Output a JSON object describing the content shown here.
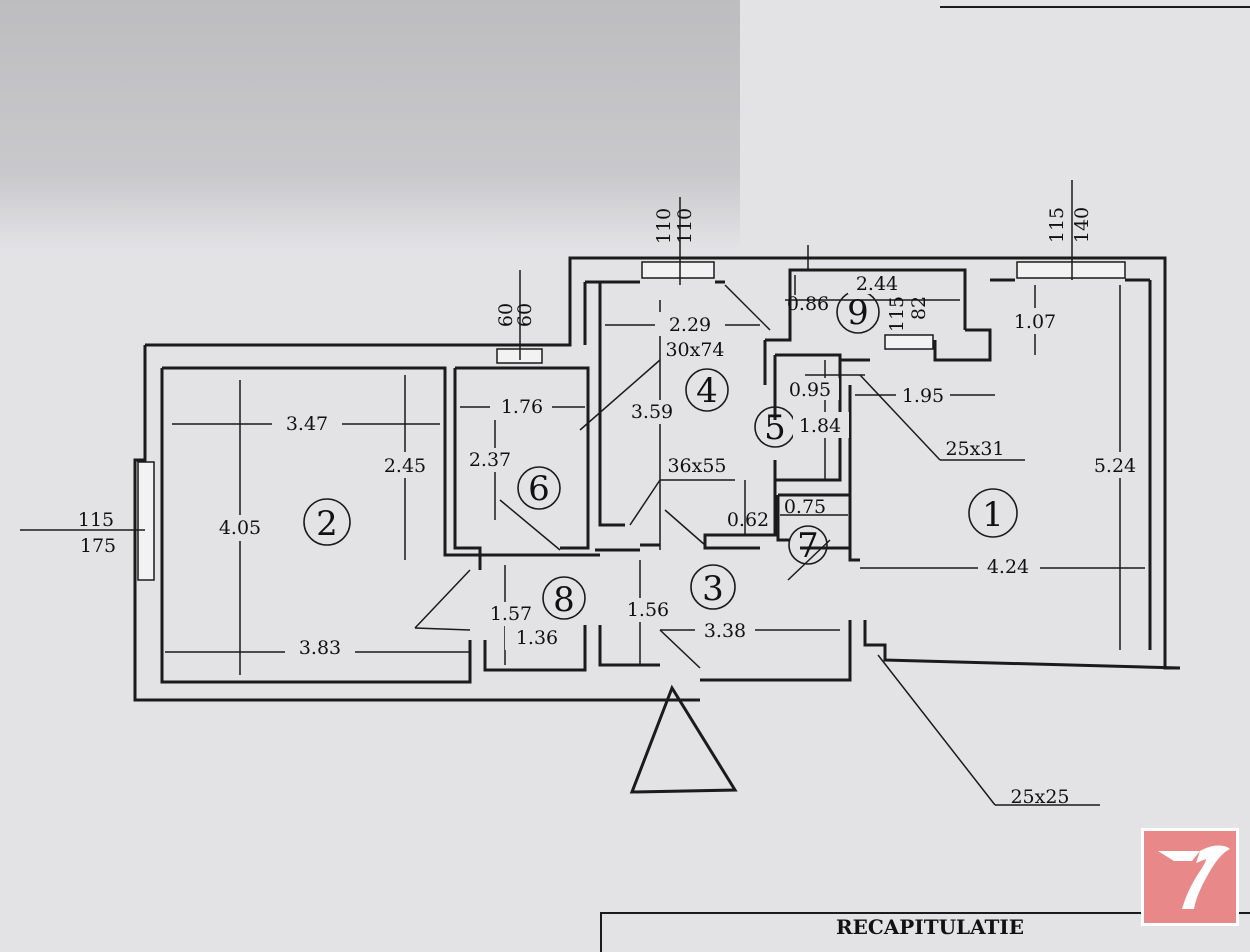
{
  "rooms": [
    "1",
    "2",
    "3",
    "4",
    "5",
    "6",
    "7",
    "8",
    "9"
  ],
  "dimensions": {
    "r2_width": "3.47",
    "r2_height_in": "2.45",
    "r2_height": "4.05",
    "r2_bottom": "3.83",
    "r6_width": "1.76",
    "r6_height": "2.37",
    "r4_width": "2.29",
    "r4_height": "3.59",
    "r4_beam": "30x74",
    "r4_beam2": "36x55",
    "r9_width": "2.44",
    "r9_depth": "0.86",
    "r9_win": "115",
    "r9_win2": "82",
    "r5_width": "0.95",
    "r5_height": "1.84",
    "r7_width": "0.75",
    "r7_depth": "0.62",
    "r1_alcove": "1.07",
    "r1_width_top": "1.95",
    "r1_height": "5.24",
    "r1_width": "4.24",
    "r1_column": "25x31",
    "r8_width": "1.57",
    "r8_bottom": "1.36",
    "r3_width": "1.56",
    "r3_bottom": "3.38",
    "column_bottom": "25x25"
  },
  "openings": {
    "top_left_a": "110",
    "top_left_b": "110",
    "top_right_a": "115",
    "top_right_b": "140",
    "small_a": "60",
    "small_b": "60",
    "west_a": "115",
    "west_b": "175"
  },
  "recap": {
    "title": "RECAPITULATIE"
  }
}
